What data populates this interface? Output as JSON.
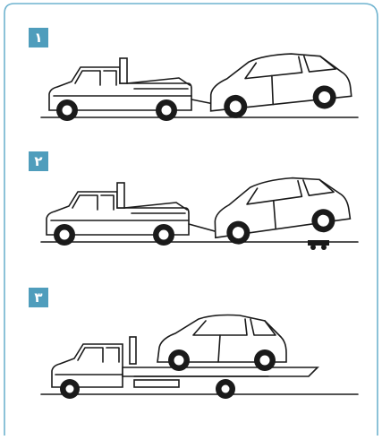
{
  "steps": [
    {
      "label": "١"
    },
    {
      "label": "٢"
    },
    {
      "label": "٣"
    }
  ],
  "colors": {
    "frame": "#6fb3cf",
    "badge": "#4f9dbc",
    "line": "#1a1a1a"
  }
}
